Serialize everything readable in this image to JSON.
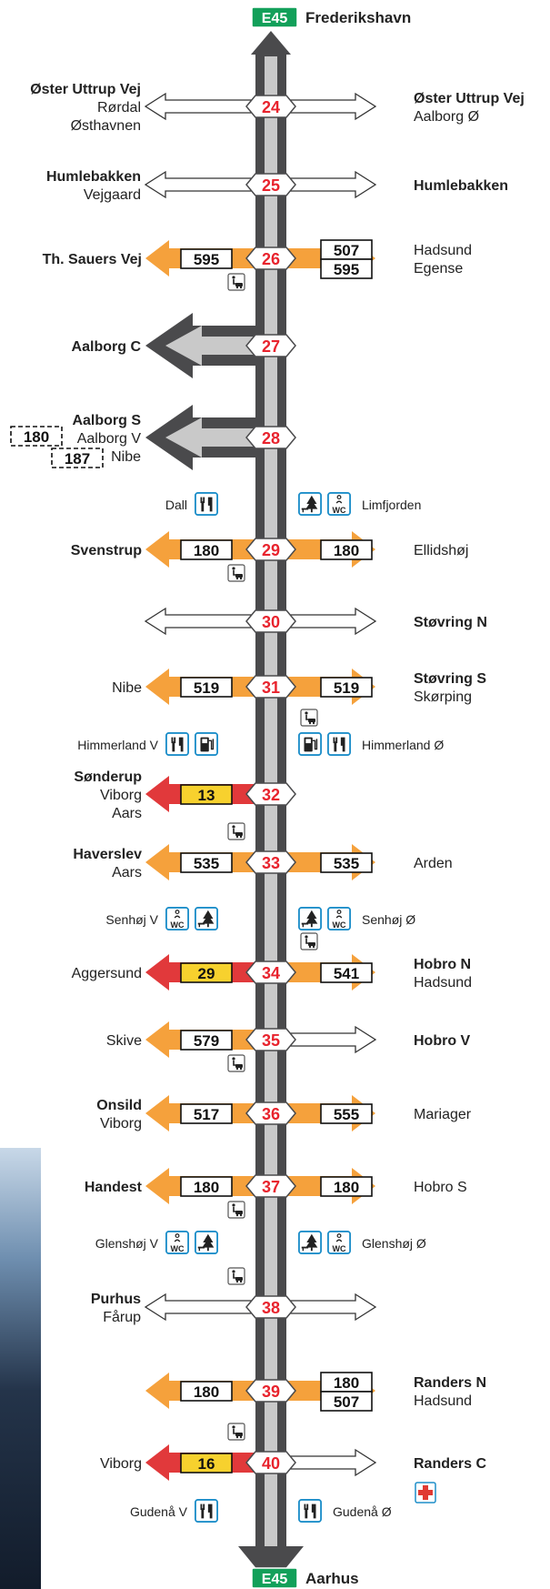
{
  "colors": {
    "road_outer": "#4a4a4c",
    "road_inner": "#c9c9c9",
    "arrow_orange": "#f5a13c",
    "arrow_red": "#e1393b",
    "shield_yellow": "#f7d12e",
    "euro_green": "#13a05a",
    "exit_number": "#e8232d",
    "service_blue": "#1d8ec9",
    "hospital_red": "#e03a33"
  },
  "highway": {
    "route": "E45",
    "north": "Frederikshavn",
    "south": "Aarhus"
  },
  "exits": [
    {
      "number": "24",
      "left": {
        "style": "white",
        "labels": [
          "Øster Uttrup Vej",
          "Rørdal",
          "Østhavnen"
        ]
      },
      "right": {
        "style": "white",
        "labels": [
          "Øster Uttrup Vej",
          "Aalborg Ø"
        ]
      }
    },
    {
      "number": "25",
      "left": {
        "style": "white",
        "labels": [
          "Humlebakken",
          "Vejgaard"
        ]
      },
      "right": {
        "style": "white",
        "labels": [
          "Humlebakken"
        ]
      }
    },
    {
      "number": "26",
      "left": {
        "style": "orange",
        "shields": [
          "595"
        ],
        "labels": [
          "Th. Sauers Vej"
        ]
      },
      "right": {
        "style": "orange",
        "shields": [
          "507",
          "595"
        ],
        "labels": [
          "Hadsund",
          "Egense"
        ]
      },
      "service": "parking"
    },
    {
      "number": "27",
      "left": {
        "style": "grey",
        "labels": [
          "Aalborg C"
        ]
      }
    },
    {
      "number": "28",
      "left": {
        "style": "grey",
        "labels": [
          "Aalborg S",
          "Aalborg V",
          "Nibe"
        ],
        "dashed_shields": [
          "180",
          "187"
        ]
      }
    },
    {
      "number": "29",
      "left": {
        "style": "orange",
        "shields": [
          "180"
        ],
        "labels": [
          "Svenstrup"
        ]
      },
      "right": {
        "style": "orange",
        "shields": [
          "180"
        ],
        "labels": [
          "Ellidshøj"
        ]
      },
      "service": "parking"
    },
    {
      "number": "30",
      "left": {
        "style": "white",
        "labels": []
      },
      "right": {
        "style": "white",
        "labels": [
          "Støvring N"
        ]
      }
    },
    {
      "number": "31",
      "left": {
        "style": "orange",
        "shields": [
          "519"
        ],
        "labels": [
          "Nibe"
        ]
      },
      "right": {
        "style": "orange",
        "shields": [
          "519"
        ],
        "labels": [
          "Støvring S",
          "Skørping"
        ]
      },
      "service": "parking"
    },
    {
      "number": "32",
      "left": {
        "style": "red",
        "shields": [
          "13"
        ],
        "labels": [
          "Sønderup",
          "Viborg",
          "Aars"
        ]
      }
    },
    {
      "number": "33",
      "left": {
        "style": "orange",
        "shields": [
          "535"
        ],
        "labels": [
          "Haverslev",
          "Aars"
        ]
      },
      "right": {
        "style": "orange",
        "shields": [
          "535"
        ],
        "labels": [
          "Arden"
        ]
      },
      "service": "parking"
    },
    {
      "number": "34",
      "left": {
        "style": "red",
        "shields": [
          "29"
        ],
        "labels": [
          "Aggersund"
        ]
      },
      "right": {
        "style": "orange",
        "shields": [
          "541"
        ],
        "labels": [
          "Hobro N",
          "Hadsund"
        ]
      },
      "service": "parking"
    },
    {
      "number": "35",
      "left": {
        "style": "orange",
        "shields": [
          "579"
        ],
        "labels": [
          "Skive"
        ]
      },
      "right": {
        "style": "white",
        "labels": [
          "Hobro V"
        ]
      },
      "service": "parking"
    },
    {
      "number": "36",
      "left": {
        "style": "orange",
        "shields": [
          "517"
        ],
        "labels": [
          "Onsild",
          "Viborg"
        ]
      },
      "right": {
        "style": "orange",
        "shields": [
          "555"
        ],
        "labels": [
          "Mariager"
        ]
      }
    },
    {
      "number": "37",
      "left": {
        "style": "orange",
        "shields": [
          "180"
        ],
        "labels": [
          "Handest"
        ]
      },
      "right": {
        "style": "orange",
        "shields": [
          "180"
        ],
        "labels": [
          "Hobro S"
        ]
      },
      "service": "parking"
    },
    {
      "number": "38",
      "left": {
        "style": "white",
        "labels": [
          "Purhus",
          "Fårup"
        ]
      },
      "right": {
        "style": "white",
        "labels": []
      },
      "service": "parking"
    },
    {
      "number": "39",
      "left": {
        "style": "orange",
        "shields": [
          "180"
        ],
        "labels": []
      },
      "right": {
        "style": "orange",
        "shields": [
          "180",
          "507"
        ],
        "labels": [
          "Randers N",
          "Hadsund"
        ]
      }
    },
    {
      "number": "40",
      "left": {
        "style": "red",
        "shields": [
          "16"
        ],
        "labels": [
          "Viborg"
        ]
      },
      "right": {
        "style": "white",
        "labels": [
          "Randers C"
        ],
        "hospital": true
      },
      "service": "parking"
    }
  ],
  "rest_areas": [
    {
      "name": "Dall",
      "side": "left",
      "icons": [
        "restaurant-icon"
      ]
    },
    {
      "name": "Limfjorden",
      "side": "right",
      "icons": [
        "picnic-icon",
        "wc-icon"
      ]
    },
    {
      "name": "Himmerland V",
      "side": "left",
      "icons": [
        "restaurant-icon",
        "fuel-icon"
      ]
    },
    {
      "name": "Himmerland Ø",
      "side": "right",
      "icons": [
        "fuel-icon",
        "restaurant-icon"
      ]
    },
    {
      "name": "Senhøj V",
      "side": "left",
      "icons": [
        "wc-icon",
        "picnic-icon"
      ]
    },
    {
      "name": "Senhøj Ø",
      "side": "right",
      "icons": [
        "picnic-icon",
        "wc-icon"
      ]
    },
    {
      "name": "Glenshøj V",
      "side": "left",
      "icons": [
        "wc-icon",
        "picnic-icon"
      ]
    },
    {
      "name": "Glenshøj Ø",
      "side": "right",
      "icons": [
        "picnic-icon",
        "wc-icon"
      ]
    },
    {
      "name": "Gudenå V",
      "side": "left",
      "icons": [
        "restaurant-icon"
      ]
    },
    {
      "name": "Gudenå Ø",
      "side": "right",
      "icons": [
        "restaurant-icon"
      ]
    }
  ],
  "icon_text": {
    "wc": "WC"
  }
}
